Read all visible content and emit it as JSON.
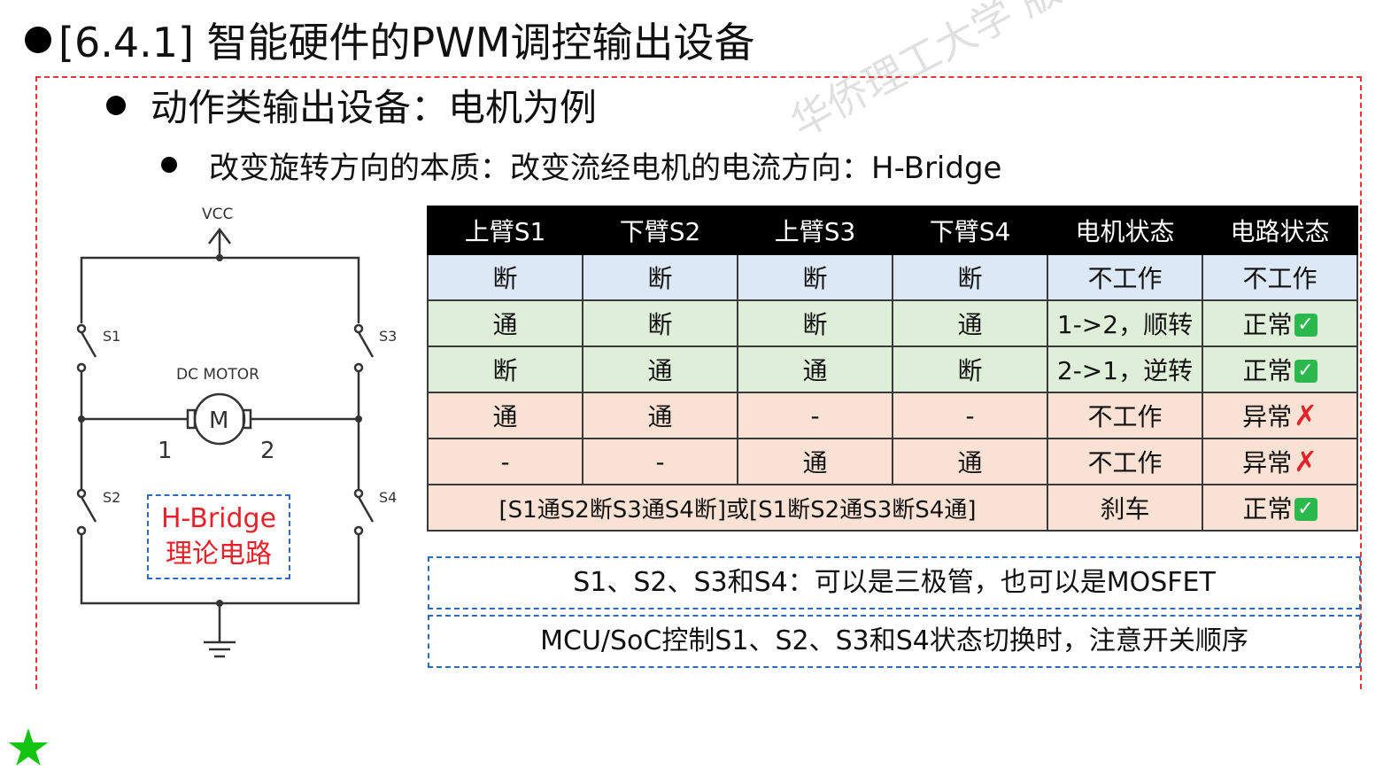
{
  "title": "[6.4.1] 智能硬件的PWM调控输出设备",
  "watermark": "华侨理工大学 版权所有",
  "bullet1": "动作类输出设备：电机为例",
  "bullet2": "改变旋转方向的本质：改变流经电机的电流方向：H-Bridge",
  "circuit": {
    "vcc": "VCC",
    "s1": "S1",
    "s2": "S2",
    "s3": "S3",
    "s4": "S4",
    "motor_label": "DC MOTOR",
    "motor_symbol": "M",
    "pin1": "1",
    "pin2": "2",
    "hbridge_line1": "H-Bridge",
    "hbridge_line2": "理论电路"
  },
  "table": {
    "headers": [
      "上臂S1",
      "下臂S2",
      "上臂S3",
      "下臂S4",
      "电机状态",
      "电路状态"
    ],
    "rows": [
      [
        "断",
        "断",
        "断",
        "断",
        "不工作",
        "不工作"
      ],
      [
        "通",
        "断",
        "断",
        "通",
        "1->2，顺转",
        "正常"
      ],
      [
        "断",
        "通",
        "通",
        "断",
        "2->1，逆转",
        "正常"
      ],
      [
        "通",
        "通",
        "-",
        "-",
        "不工作",
        "异常"
      ],
      [
        "-",
        "-",
        "通",
        "通",
        "不工作",
        "异常"
      ]
    ],
    "brake_row": [
      "[S1通S2断S3通S4断]或[S1断S2通S3断S4通]",
      "刹车",
      "正常"
    ],
    "ok_icon": "✓",
    "bad_icon": "✗"
  },
  "note1": "S1、S2、S3和S4：可以是三极管，也可以是MOSFET",
  "note2": "MCU/SoC控制S1、S2、S3和S4状态切换时，注意开关顺序",
  "colors": {
    "frame": "#e53935",
    "note_border": "#2d6bbf",
    "ok": "#2db84d",
    "bad": "#e8202a",
    "star": "#12c312"
  },
  "star": "★"
}
